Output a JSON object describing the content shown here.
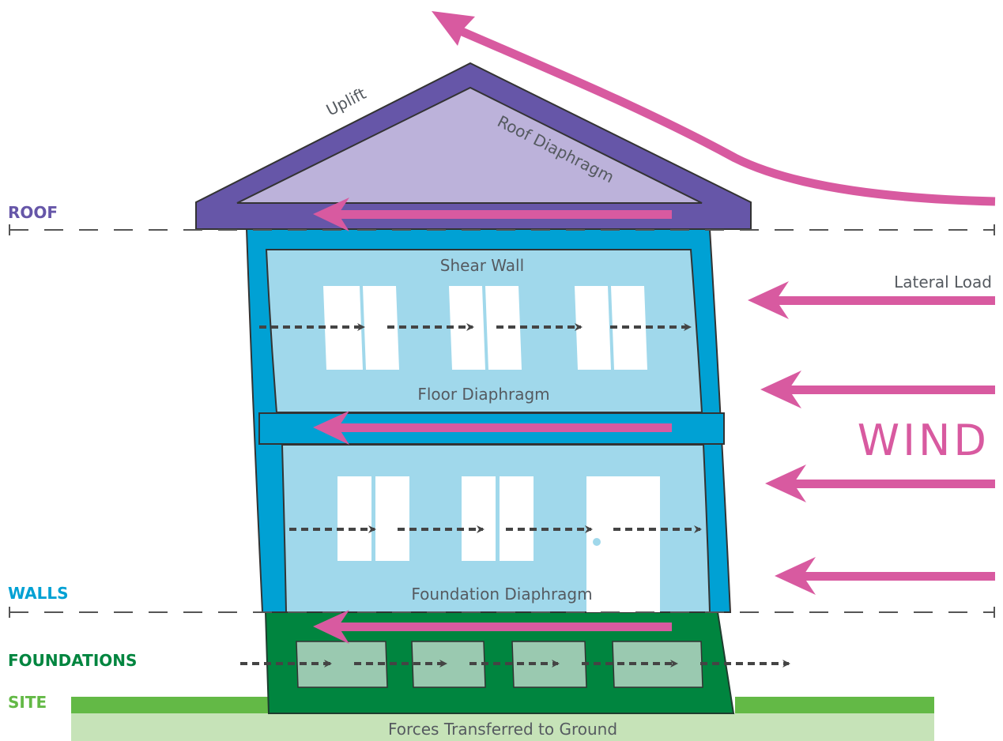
{
  "levels": {
    "roof": "ROOF",
    "walls": "WALLS",
    "foundations": "FOUNDATIONS",
    "site": "SITE"
  },
  "labels": {
    "uplift": "Uplift",
    "roof_diaphragm": "Roof Diaphragm",
    "shear_wall": "Shear Wall",
    "floor_diaphragm": "Floor Diaphragm",
    "foundation_diaphragm": "Foundation Diaphragm",
    "lateral_load": "Lateral Load",
    "wind": "WIND",
    "ground": "Forces Transferred to Ground"
  },
  "colors": {
    "roof": "#6656a8",
    "roof_fill": "#bcb2da",
    "walls": "#00a1d4",
    "wall_fill": "#a0d8eb",
    "foundations": "#00853f",
    "foundation_block": "#9ac9b0",
    "site": "#63b946",
    "ground": "#c6e3b8",
    "wind": "#d85aa0",
    "arrow": "#444444",
    "label": "#555a60"
  }
}
